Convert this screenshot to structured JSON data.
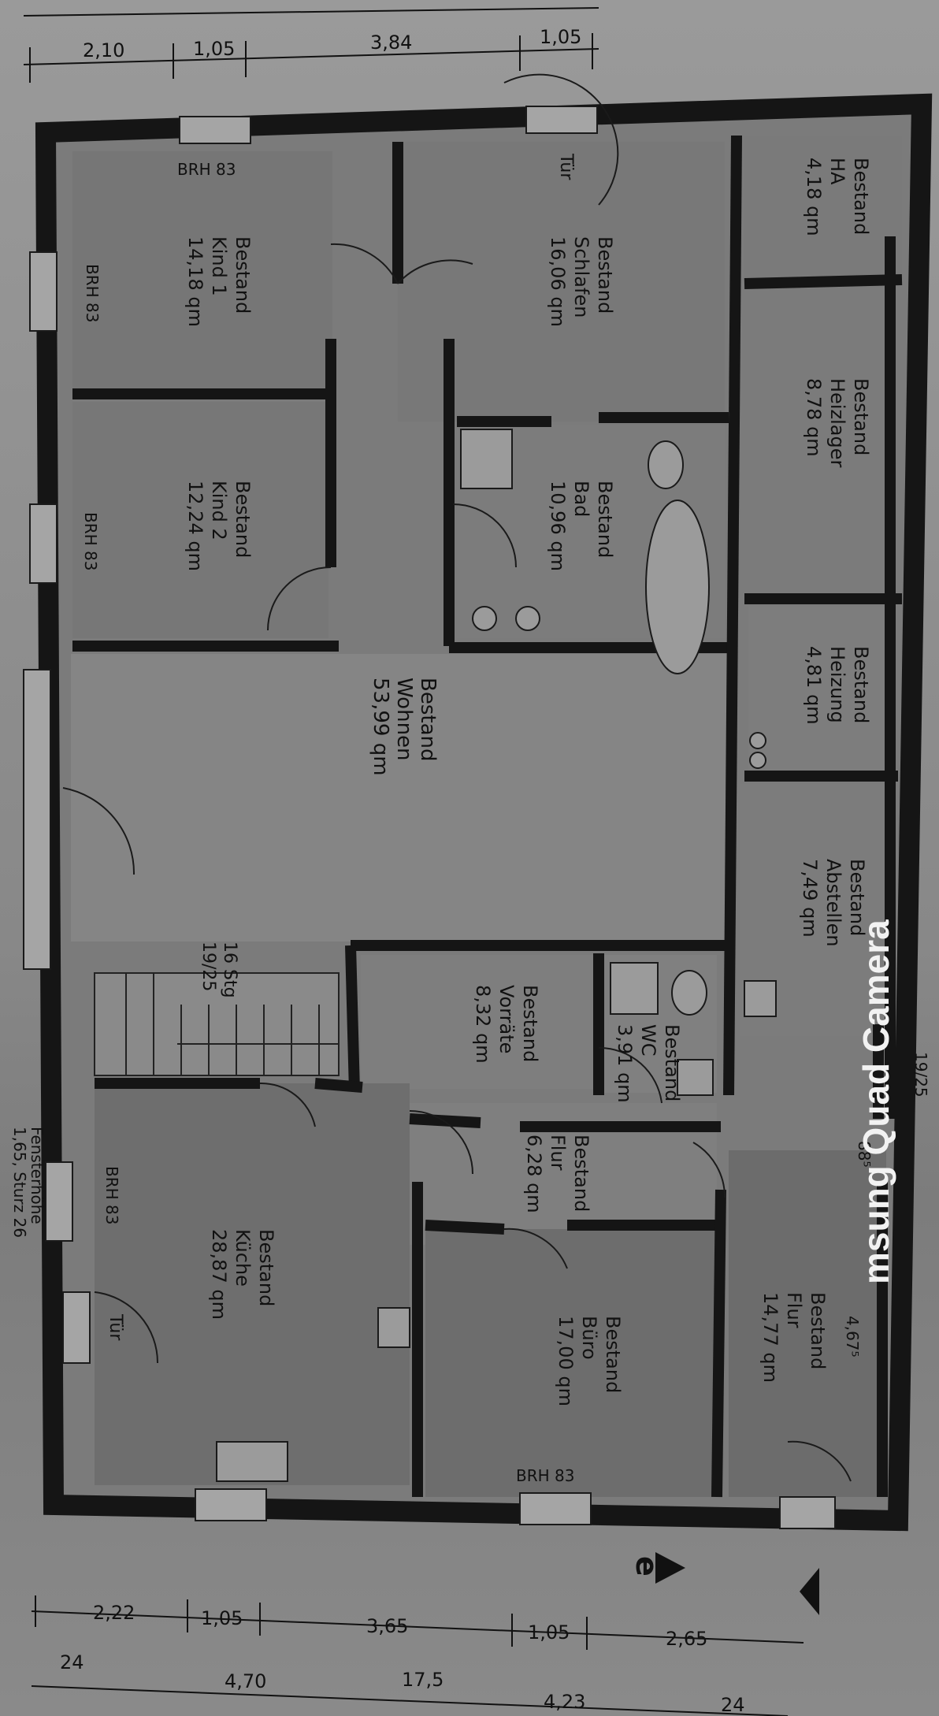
{
  "rooms": [
    {
      "id": "kind1",
      "lines": [
        "Bestand",
        "Kind 1",
        "14,18 qm"
      ]
    },
    {
      "id": "schlafen",
      "lines": [
        "Bestand",
        "Schlafen",
        "16,06 qm"
      ]
    },
    {
      "id": "ha",
      "lines": [
        "Bestand",
        "HA",
        "4,18 qm"
      ]
    },
    {
      "id": "kind2",
      "lines": [
        "Bestand",
        "Kind 2",
        "12,24 qm"
      ]
    },
    {
      "id": "bad",
      "lines": [
        "Bestand",
        "Bad",
        "10,96 qm"
      ]
    },
    {
      "id": "heizlager",
      "lines": [
        "Bestand",
        "Heizlager",
        "8,78 qm"
      ]
    },
    {
      "id": "wohnen",
      "lines": [
        "Bestand",
        "Wohnen",
        "53,99 qm"
      ]
    },
    {
      "id": "heizung",
      "lines": [
        "Bestand",
        "Heizung",
        "4,81 qm"
      ]
    },
    {
      "id": "abstellen",
      "lines": [
        "Bestand",
        "Abstellen",
        "7,49 qm"
      ]
    },
    {
      "id": "vorraete",
      "lines": [
        "Bestand",
        "Vorräte",
        "8,32 qm"
      ]
    },
    {
      "id": "wc",
      "lines": [
        "Bestand",
        "WC",
        "3,91 qm"
      ]
    },
    {
      "id": "flur1",
      "lines": [
        "Bestand",
        "Flur",
        "6,28 qm"
      ]
    },
    {
      "id": "kueche",
      "lines": [
        "Bestand",
        "Küche",
        "28,87 qm"
      ]
    },
    {
      "id": "buero",
      "lines": [
        "Bestand",
        "Büro",
        "17,00 qm"
      ]
    },
    {
      "id": "flur2",
      "lines": [
        "Bestand",
        "Flur",
        "14,77 qm"
      ]
    }
  ],
  "stairs": {
    "lines": [
      "16 Stg",
      "19/25"
    ]
  },
  "stair_small": "19/25",
  "window_notes": [
    "BRH 83",
    "BRH 83",
    "BRH 83",
    "BRH 83",
    "BRH 83"
  ],
  "doors": [
    "Tür",
    "Tür"
  ],
  "fenster_note": [
    "Fensterhöhe",
    "1,65, Sturz 26"
  ],
  "dims_top": [
    "2,10",
    "1,05",
    "3,84",
    "1,05"
  ],
  "dims_bottom_1": [
    "2,22",
    "1,05",
    "3,65",
    "1,05",
    "2,65"
  ],
  "dims_bottom_2": [
    "24",
    "4,70",
    "17,5",
    "4,23",
    "24"
  ],
  "dims_inner": [
    "88⁵",
    "4,67⁵"
  ],
  "north_marker": "e",
  "watermark": "msung Quad Camera",
  "colors": {
    "paper": "#8e8e8e",
    "wall": "#1a1a1a",
    "room": "#7a7a7a",
    "wohnen": "#848484"
  }
}
